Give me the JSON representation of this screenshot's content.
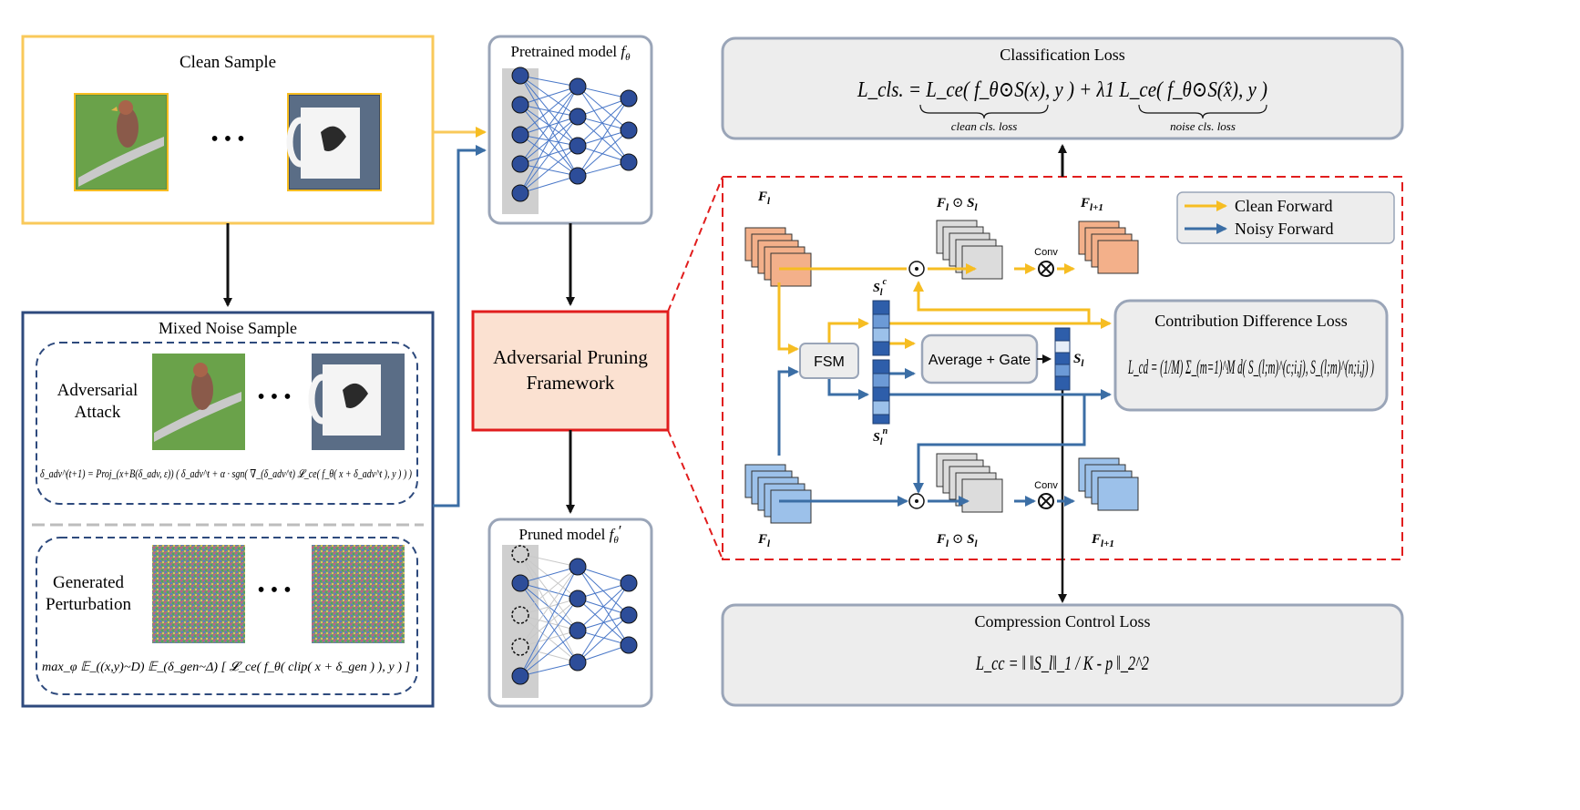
{
  "clean_sample": {
    "title": "Clean Sample",
    "ellipsis": "• • •"
  },
  "pretrained_model": {
    "title": "Pretrained model",
    "symbol": "f",
    "subscript": "θ"
  },
  "pruned_model": {
    "title": "Pruned model",
    "symbol": "f",
    "subscript": "θ",
    "prime": "′"
  },
  "framework": {
    "line1": "Adversarial Pruning",
    "line2": "Framework"
  },
  "mixed_noise": {
    "title": "Mixed Noise Sample",
    "attack_label_1": "Adversarial",
    "attack_label_2": "Attack",
    "attack_formula": "δ_adv^(t+1) = Proj_(x+B(δ_adv, ε)) ( δ_adv^t + α · sgn( ∇_(δ_adv^t) 𝓛_ce( f_θ( x + δ_adv^t ), y ) ) )",
    "perturbation_label_1": "Generated",
    "perturbation_label_2": "Perturbation",
    "perturbation_formula": "max_φ 𝔼_((x,y)~D) 𝔼_(δ_gen~Δ) [ 𝓛_ce( f_θ( clip( x + δ_gen ) ), y ) ]",
    "ellipsis": "• • •"
  },
  "classification_loss": {
    "title": "Classification Loss",
    "formula": "L_cls. = L_ce( f_θ⊙S(x), y ) + λ1 L_ce( f_θ⊙S(x̂), y )",
    "clean_caption": "clean cls. loss",
    "noise_caption": "noise cls. loss"
  },
  "compression_loss": {
    "title": "Compression Control Loss",
    "formula": "L_cc = ‖ ‖S_l‖_1 / K - p ‖_2^2"
  },
  "contribution_loss": {
    "title": "Contribution Difference Loss",
    "formula": "L_cd = (1/M) Σ_(m=1)^M d( S_(l;m)^(c;i,j), S_(l;m)^(n;i,j) )"
  },
  "legend": {
    "clean": "Clean Forward",
    "noisy": "Noisy Forward"
  },
  "labels": {
    "F_l": "F",
    "F_l_sub": "l",
    "F_next_sub": "l+1",
    "odot": "⊙",
    "S": "S",
    "S_sub": "l",
    "S_c_sup": "c",
    "S_n_sup": "n",
    "fsm": "FSM",
    "avg_gate": "Average + Gate",
    "conv": "Conv"
  },
  "colors": {
    "clean": "#f6bd22",
    "noisy": "#3b6ea5",
    "dark_blue": "#2e4a7d",
    "red": "#e11d1d",
    "orange_box": "#fbe1d1",
    "gray_box": "#ededed",
    "box_border": "#9aa5b8"
  }
}
